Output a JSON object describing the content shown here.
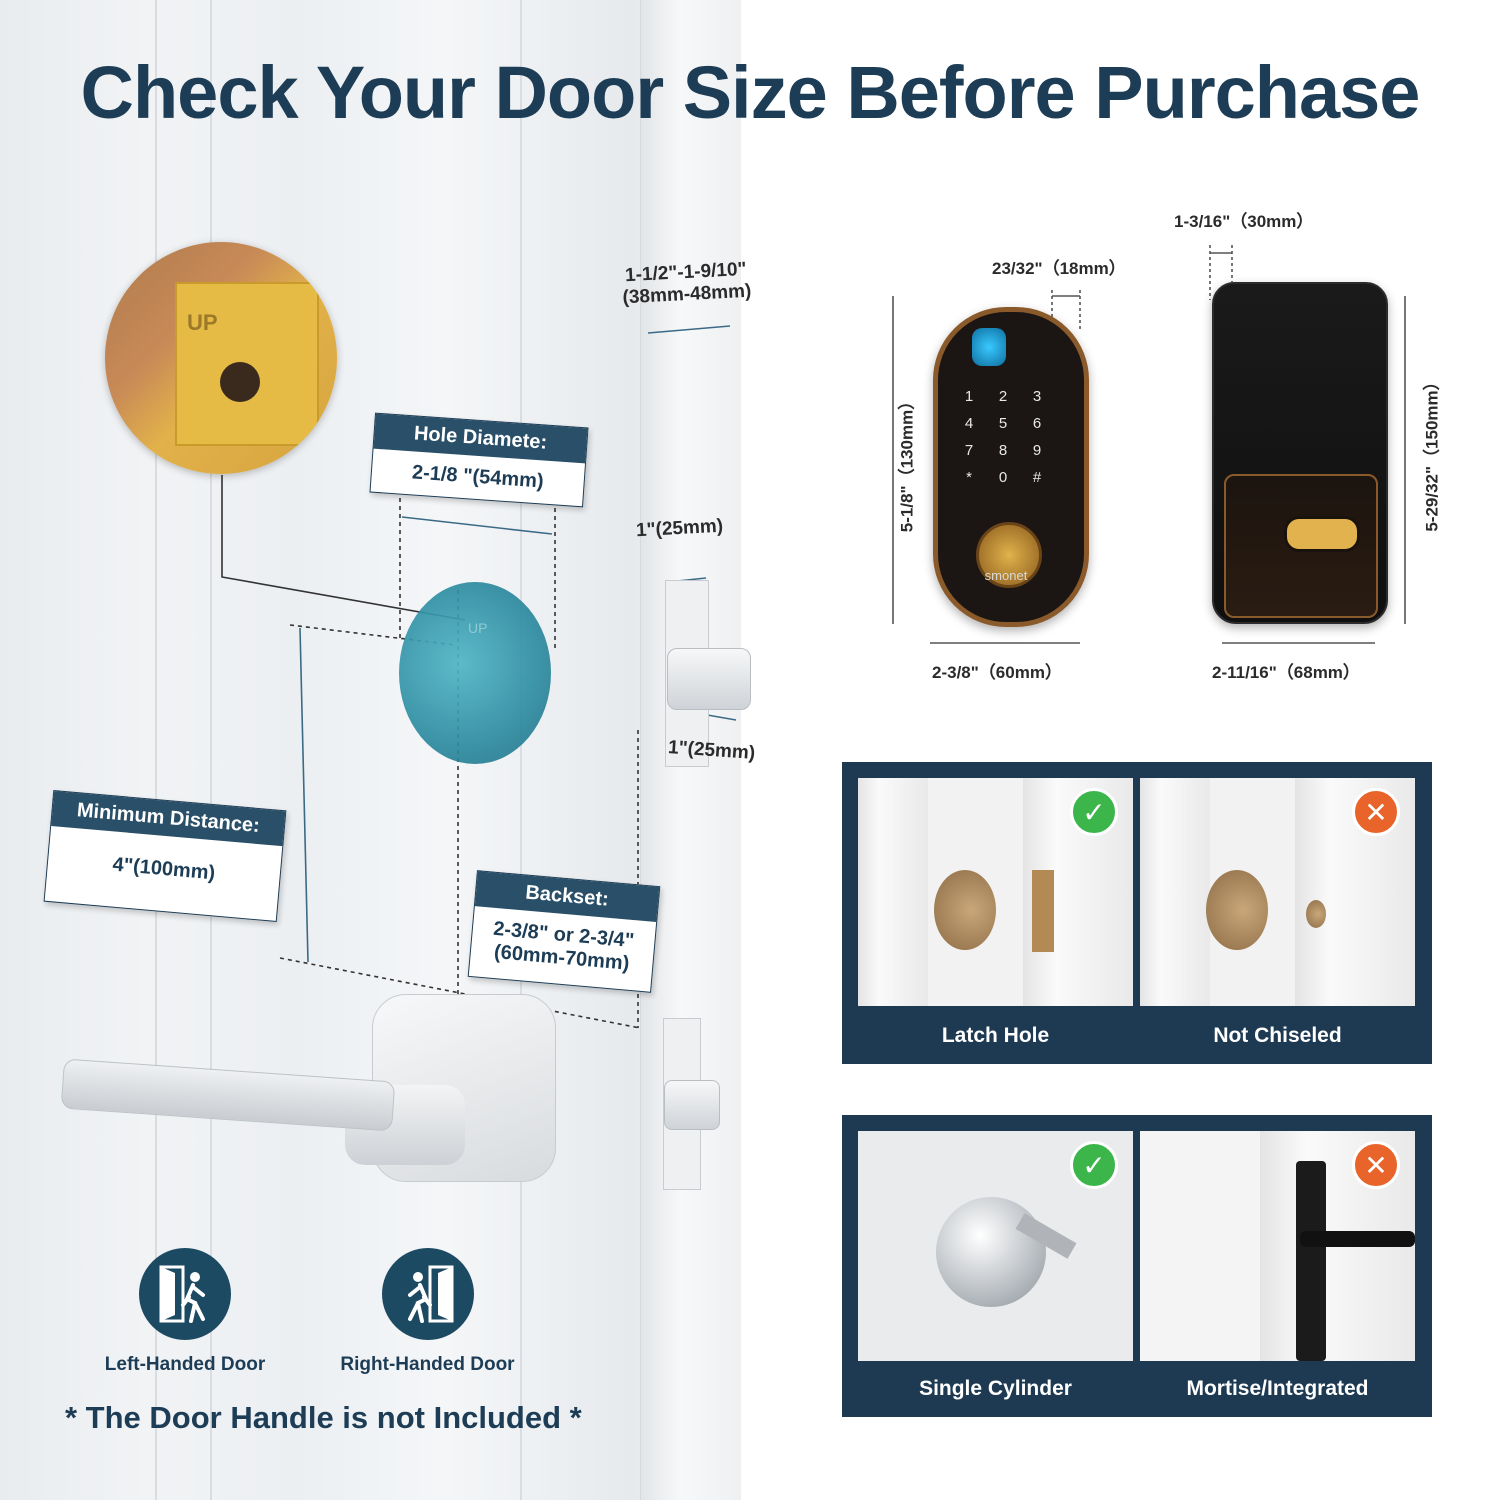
{
  "title": "Check Your Door Size Before Purchase",
  "zoom_up_text": "UP",
  "hole_diameter": {
    "head": "Hole Diamete:",
    "value": "2-1/8 \"(54mm)"
  },
  "minimum_distance": {
    "head": "Minimum Distance:",
    "value": "4\"(100mm)"
  },
  "backset": {
    "head": "Backset:",
    "value_line1": "2-3/8\" or 2-3/4\"",
    "value_line2": "(60mm-70mm)"
  },
  "door_thickness": {
    "line1": "1-1/2\"-1-9/10\"",
    "line2": "(38mm-48mm)"
  },
  "latch_top": "1\"(25mm)",
  "latch_bottom": "1\"(25mm)",
  "front_lock": {
    "depth": "23/32\"（18mm）",
    "height": "5-1/8\"（130mm）",
    "width": "2-3/8\"（60mm）",
    "brand": "smonet",
    "keys": [
      "1",
      "2",
      "3",
      "4",
      "5",
      "6",
      "7",
      "8",
      "9",
      "*",
      "0",
      "#"
    ]
  },
  "back_lock": {
    "depth": "1-3/16\"（30mm）",
    "height": "5-29/32\"（150mm）",
    "width": "2-11/16\"（68mm）"
  },
  "handed_doors": [
    {
      "label": "Left-Handed Door",
      "icon": "left-hand-door-icon"
    },
    {
      "label": "Right-Handed Door",
      "icon": "right-hand-door-icon"
    }
  ],
  "note": "* The Door Handle is not Included *",
  "comparison_top": [
    {
      "label": "Latch Hole",
      "status": "check"
    },
    {
      "label": "Not Chiseled",
      "status": "cross"
    }
  ],
  "comparison_bottom": [
    {
      "label": "Single Cylinder",
      "status": "check"
    },
    {
      "label": "Mortise/Integrated",
      "status": "cross"
    }
  ],
  "colors": {
    "navy": "#1d3c55",
    "panel": "#1d3a52",
    "check": "#3cb64a",
    "cross": "#e8642a"
  }
}
